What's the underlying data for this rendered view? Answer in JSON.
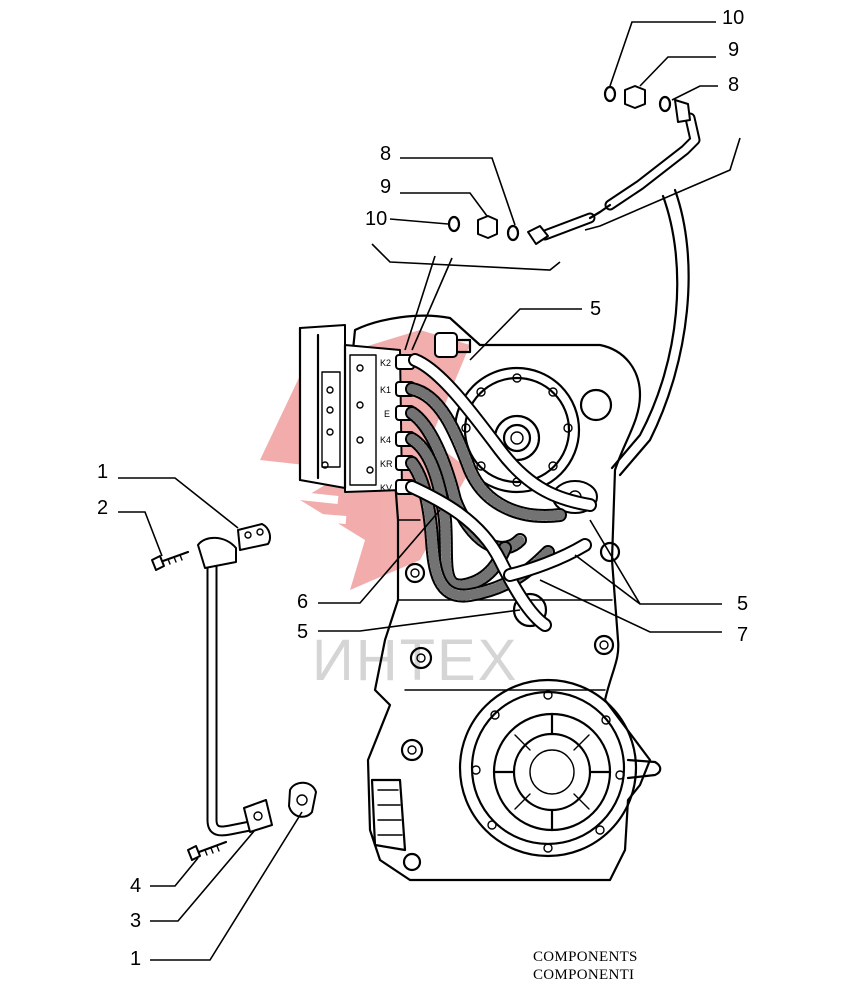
{
  "caption": {
    "line1": "COMPONENTS",
    "line2": "COMPONENTI"
  },
  "watermark": {
    "text": "ИНТЕХ",
    "logo_color": "#e03030"
  },
  "valve_plate_labels": [
    "K2",
    "K1",
    "E",
    "K4",
    "KR",
    "KV"
  ],
  "callouts": [
    "10",
    "9",
    "8",
    "8",
    "9",
    "10",
    "5",
    "1",
    "2",
    "6",
    "5",
    "5",
    "7",
    "4",
    "3",
    "1"
  ]
}
